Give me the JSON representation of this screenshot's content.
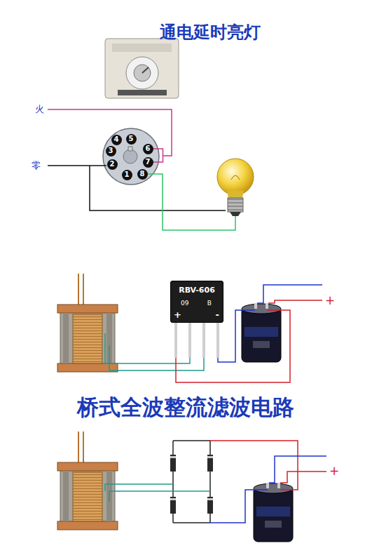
{
  "diagram": {
    "title": "通电延时亮灯",
    "nodes": [
      {
        "text": [
          "4"
        ]
      },
      {
        "text": [
          "5"
        ]
      },
      {
        "text": [
          "3"
        ]
      },
      {
        "text": [
          "6"
        ]
      },
      {
        "text": [
          "2"
        ]
      },
      {
        "text": [
          "7"
        ]
      },
      {
        "text": [
          "1"
        ]
      },
      {
        "text": [
          "8"
        ]
      },
      {
        "text": [
          "+",
          "RBV-606",
          "09",
          "B",
          "-"
        ]
      }
    ],
    "edges": [
      {
        "from": 3,
        "to": 5,
        "arrow": "none"
      }
    ],
    "labels": [
      "火",
      "零",
      "+",
      "桥式全波整流滤波电路",
      "+"
    ]
  }
}
